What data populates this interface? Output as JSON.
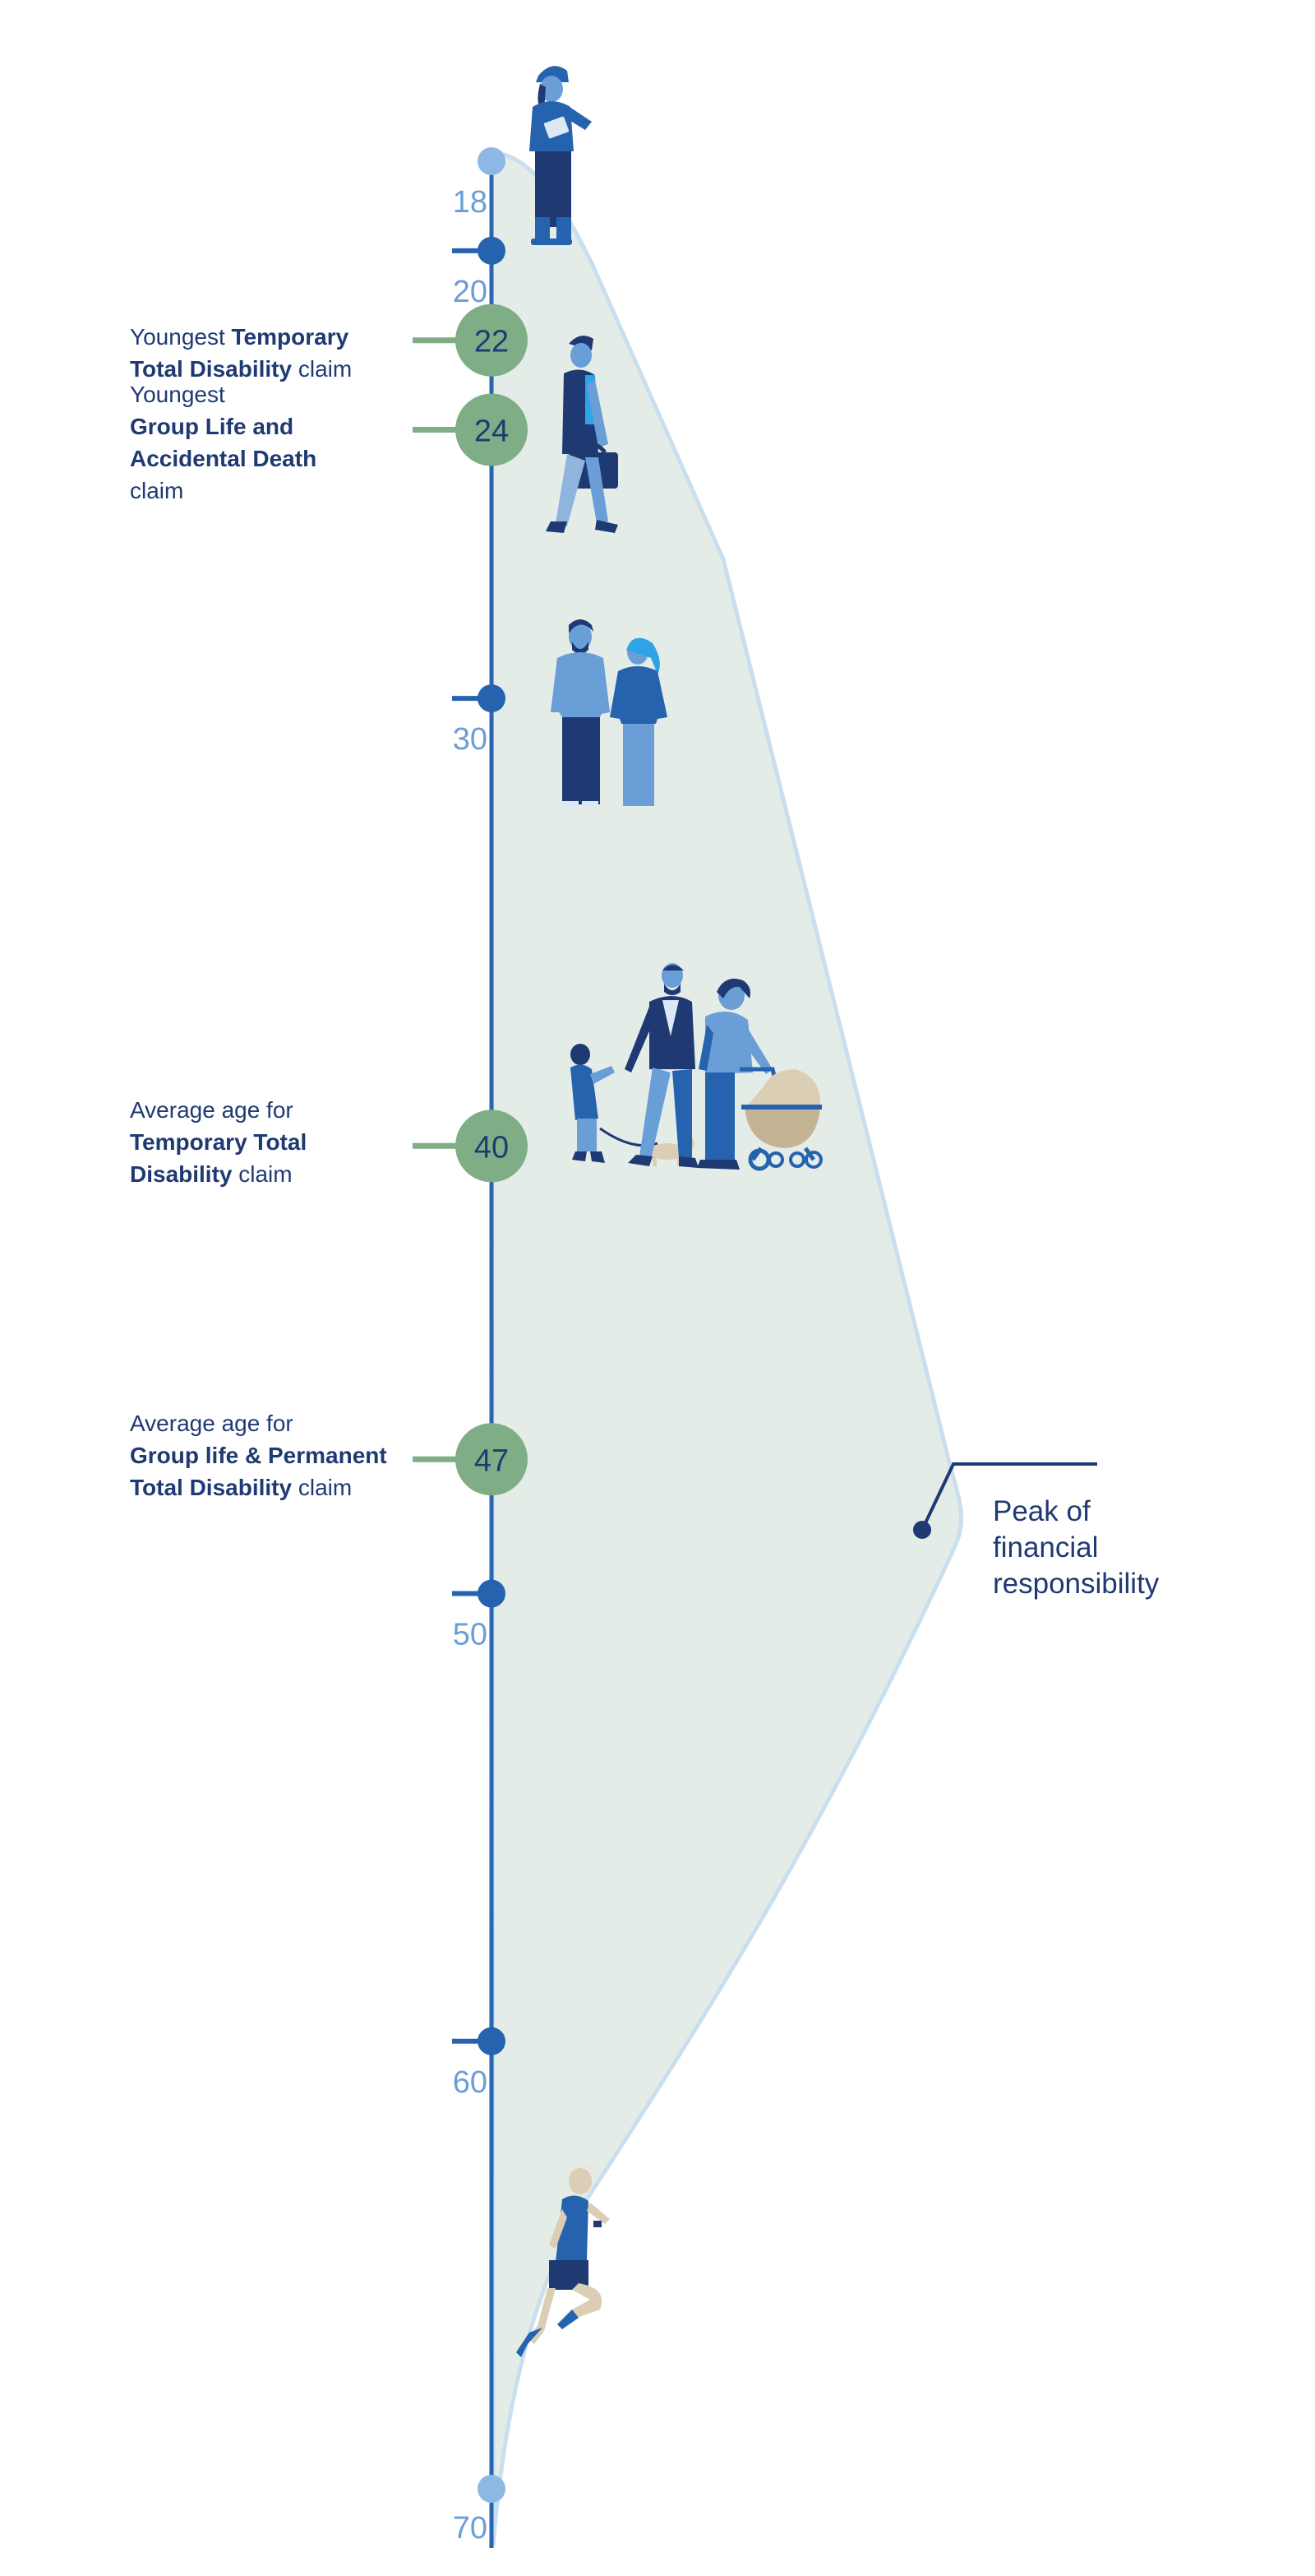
{
  "colors": {
    "axis": "#2a66b0",
    "tick_dot": "#2563ae",
    "milestone": "#7fae86",
    "milestone_text": "#1f3a73",
    "label_text": "#1f3a73",
    "age_text": "#6a9ed6",
    "area_fill": "#e4ece8",
    "area_stroke": "#c9dff0",
    "end_dot": "#8db8e3"
  },
  "age_ticks": [
    {
      "age": "18",
      "style": "end"
    },
    {
      "age": "20",
      "style": "tick"
    },
    {
      "age": "30",
      "style": "tick"
    },
    {
      "age": "50",
      "style": "tick"
    },
    {
      "age": "60",
      "style": "tick"
    },
    {
      "age": "70",
      "style": "end"
    }
  ],
  "milestones": [
    {
      "age": "22",
      "lines": [
        [
          {
            "t": "Youngest "
          },
          {
            "t": "Temporary",
            "b": true
          }
        ],
        [
          {
            "t": "Total Disability",
            "b": true
          },
          {
            "t": " claim"
          }
        ]
      ]
    },
    {
      "age": "24",
      "lines": [
        [
          {
            "t": "Youngest"
          }
        ],
        [
          {
            "t": "Group Life and",
            "b": true
          }
        ],
        [
          {
            "t": "Accidental Death",
            "b": true
          }
        ],
        [
          {
            "t": "claim"
          }
        ]
      ]
    },
    {
      "age": "40",
      "lines": [
        [
          {
            "t": "Average age for"
          }
        ],
        [
          {
            "t": "Temporary Total",
            "b": true
          }
        ],
        [
          {
            "t": "Disability",
            "b": true
          },
          {
            "t": " claim"
          }
        ]
      ]
    },
    {
      "age": "47",
      "lines": [
        [
          {
            "t": "Average age for"
          }
        ],
        [
          {
            "t": "Group life & Permanent",
            "b": true
          }
        ],
        [
          {
            "t": "Total Disability",
            "b": true
          },
          {
            "t": " claim"
          }
        ]
      ]
    }
  ],
  "peak": {
    "lines": [
      "Peak of",
      "financial",
      "responsibility"
    ]
  },
  "illustrations": [
    {
      "icon": "worker-with-clipboard-icon"
    },
    {
      "icon": "young-professional-with-briefcase-icon"
    },
    {
      "icon": "couple-icon"
    },
    {
      "icon": "family-with-stroller-and-dog-icon"
    },
    {
      "icon": "older-runner-icon"
    }
  ]
}
